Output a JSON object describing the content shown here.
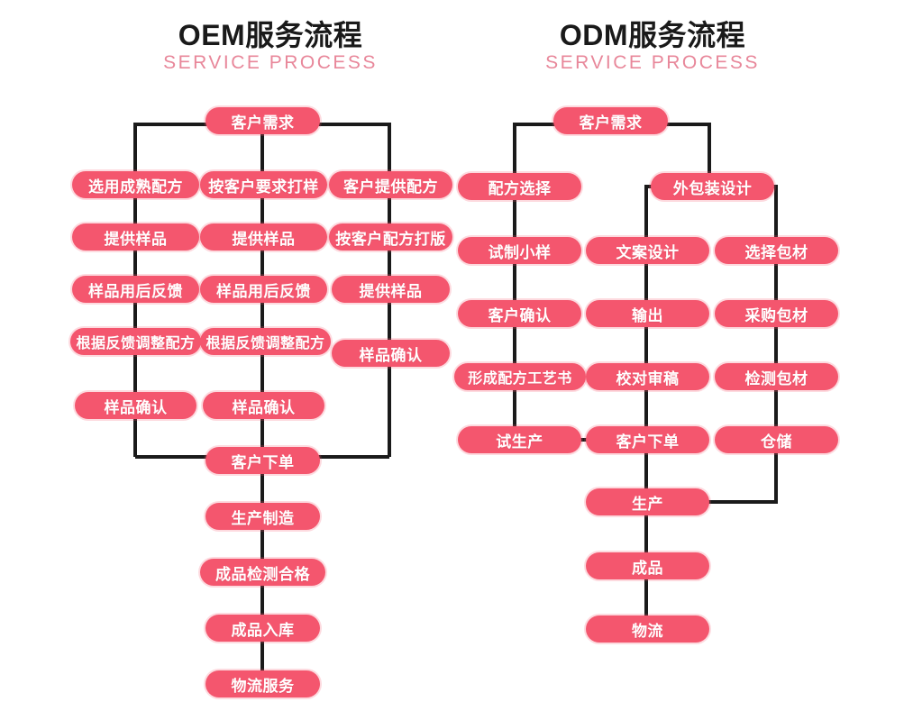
{
  "page": {
    "background": "#ffffff",
    "pill_color": "#f4566e",
    "line_color": "#1a1a1a",
    "title_color": "#1a1a1a",
    "subtitle_color": "#e8879a"
  },
  "oem": {
    "title_zh": "OEM服务流程",
    "title_en": "SERVICE PROCESS",
    "nodes": {
      "start": "客户需求",
      "c1": [
        "选用成熟配方",
        "提供样品",
        "样品用后反馈",
        "根据反馈调整配方",
        "样品确认"
      ],
      "c2": [
        "按客户要求打样",
        "提供样品",
        "样品用后反馈",
        "根据反馈调整配方",
        "样品确认"
      ],
      "c3": [
        "客户提供配方",
        "按客户配方打版",
        "提供样品",
        "样品确认"
      ],
      "tail": [
        "客户下单",
        "生产制造",
        "成品检测合格",
        "成品入库",
        "物流服务"
      ]
    }
  },
  "odm": {
    "title_zh": "ODM服务流程",
    "title_en": "SERVICE PROCESS",
    "nodes": {
      "start": "客户需求",
      "c1": [
        "配方选择",
        "试制小样",
        "客户确认",
        "形成配方工艺书",
        "试生产"
      ],
      "c2_head": "外包装设计",
      "c2": [
        "文案设计",
        "输出",
        "校对审稿"
      ],
      "c3": [
        "选择包材",
        "采购包材",
        "检测包材",
        "仓储"
      ],
      "tail": [
        "客户下单",
        "生产",
        "成品",
        "物流"
      ]
    }
  },
  "chart_data": {
    "type": "flowchart",
    "title": "OEM / ODM 服务流程图",
    "diagrams": [
      {
        "name": "OEM服务流程",
        "subtitle": "SERVICE PROCESS",
        "branches": 3,
        "steps": [
          [
            "客户需求"
          ],
          [
            "选用成熟配方",
            "按客户要求打样",
            "客户提供配方"
          ],
          [
            "提供样品",
            "提供样品",
            "按客户配方打版"
          ],
          [
            "样品用后反馈",
            "样品用后反馈",
            "提供样品"
          ],
          [
            "根据反馈调整配方",
            "根据反馈调整配方",
            "样品确认"
          ],
          [
            "样品确认",
            "样品确认"
          ],
          [
            "客户下单"
          ],
          [
            "生产制造"
          ],
          [
            "成品检测合格"
          ],
          [
            "成品入库"
          ],
          [
            "物流服务"
          ]
        ]
      },
      {
        "name": "ODM服务流程",
        "subtitle": "SERVICE PROCESS",
        "branches": 3,
        "steps": [
          [
            "客户需求"
          ],
          [
            "配方选择",
            "外包装设计"
          ],
          [
            "试制小样",
            "文案设计",
            "选择包材"
          ],
          [
            "客户确认",
            "输出",
            "采购包材"
          ],
          [
            "形成配方工艺书",
            "校对审稿",
            "检测包材"
          ],
          [
            "试生产",
            "客户下单",
            "仓储"
          ],
          [
            "生产"
          ],
          [
            "成品"
          ],
          [
            "物流"
          ]
        ]
      }
    ]
  }
}
